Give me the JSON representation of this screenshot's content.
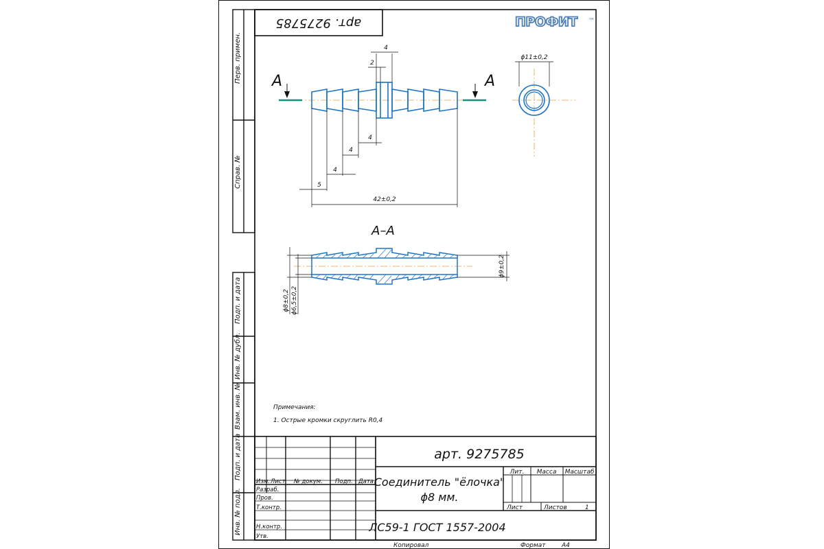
{
  "stamp_top": "арт. 9275785",
  "logo": "ПРОФИТ",
  "logo_tm": "тм",
  "side_labels": {
    "perv_primen": "Перв. примен.",
    "sprav": "Справ. №",
    "podp_data_1": "Подп. и дата",
    "inv_dubl": "Инв. № дубл.",
    "vzam_inv": "Взам. инв. №",
    "podp_data_2": "Подп. и дата",
    "inv_podl": "Инв. № подл."
  },
  "dimensions": {
    "d4_top": "4",
    "d2": "2",
    "d_diam11": "ϕ11±0,2",
    "d4_a": "4",
    "d4_b": "4",
    "d4_c": "4",
    "d5": "5",
    "d42": "42±0,2",
    "d_diam9": "ϕ9±0,2",
    "d_diam8": "ϕ8±0,2",
    "d_diam65": "ϕ6,5±0,2",
    "section_mark_left": "А",
    "section_mark_right": "А",
    "section_title": "А–А"
  },
  "notes": {
    "title": "Примечания:",
    "item1": "1. Острые кромки скруглить R0,4"
  },
  "title_block": {
    "designation": "арт. 9275785",
    "name_line1": "Соединитель \"ёлочка\"",
    "name_line2": "ϕ8 мм.",
    "material": "ЛС59-1 ГОСТ 1557-2004",
    "col_izm": "Изм.",
    "col_list": "Лист",
    "col_dokum": "№ докум.",
    "col_podp": "Подп.",
    "col_data": "Дата",
    "row_razrab": "Разраб.",
    "row_prov": "Пров.",
    "row_tkontr": "Т.контр.",
    "row_nkontr": "Н.контр.",
    "row_utv": "Утв.",
    "lit": "Лит.",
    "massa": "Масса",
    "masshtab": "Масштаб",
    "list": "Лист",
    "listov": "Листов",
    "listov_value": "1",
    "kopiroval": "Копировал",
    "format": "Формат",
    "format_value": "А4"
  },
  "colors": {
    "part": "#1e73c8",
    "axis": "#e8a040",
    "section_line": "#17907e",
    "frame": "#111111"
  }
}
